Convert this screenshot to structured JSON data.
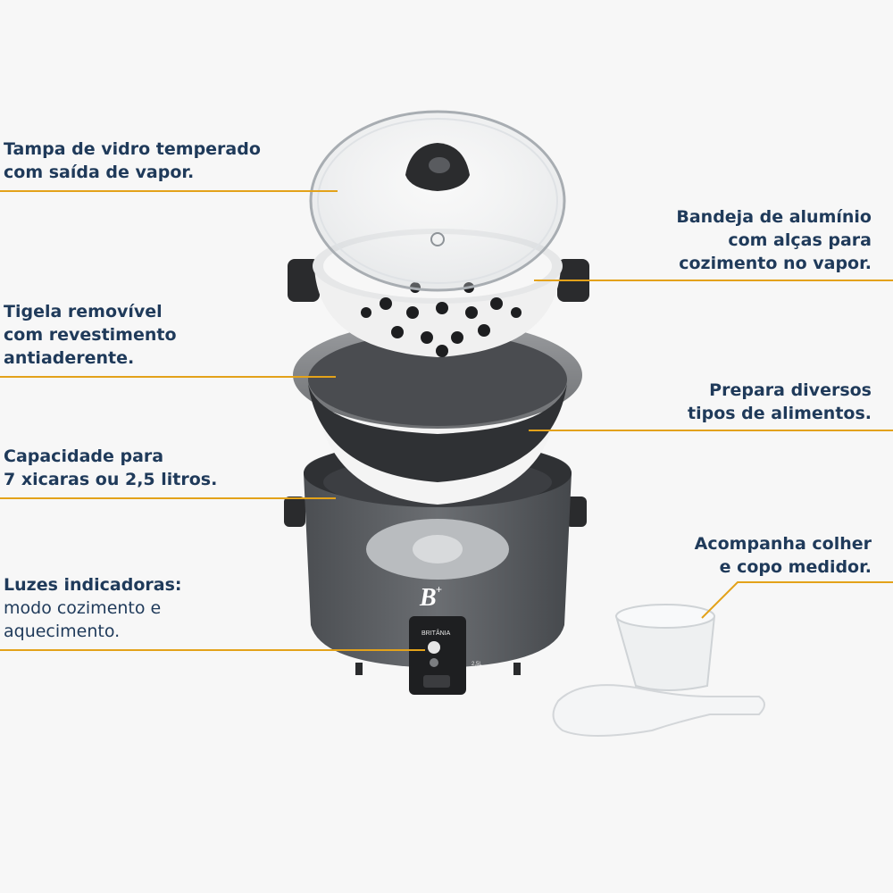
{
  "callouts": {
    "lid": {
      "line1": "Tampa de vidro temperado",
      "line2": "com saída de vapor."
    },
    "tray": {
      "line1": "Bandeja de alumínio",
      "line2": "com alças para",
      "line3": "cozimento no vapor."
    },
    "bowl": {
      "line1": "Tigela removível",
      "line2": "com revestimento",
      "line3": "antiaderente."
    },
    "foods": {
      "line1": "Prepara diversos",
      "line2": "tipos de alimentos."
    },
    "capacity": {
      "line1": "Capacidade para",
      "line2": "7 xicaras ou 2,5 litros."
    },
    "accessories": {
      "line1": "Acompanha colher",
      "line2": "e copo medidor."
    },
    "lights": {
      "line1": "Luzes indicadoras:",
      "line2": "modo cozimento e",
      "line3": "aquecimento."
    }
  },
  "product": {
    "brand_panel": "BRITÂNIA",
    "capacity_mark": "2,5L"
  },
  "colors": {
    "label_text": "#1f3a5a",
    "leader_line": "#e3a21a",
    "body_gray": "#5a5d61",
    "nonstick_dark": "#3a3c40"
  }
}
